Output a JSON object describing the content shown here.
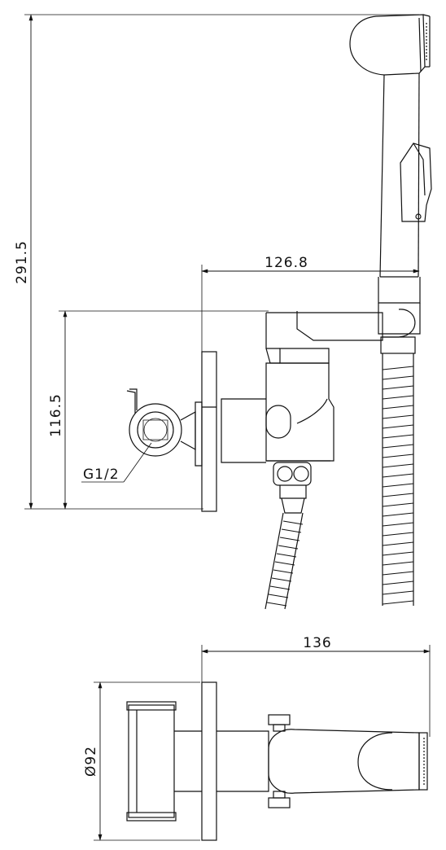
{
  "dimensions": {
    "total_height": "291.5",
    "side_height": "116.5",
    "reach": "126.8",
    "depth": "136",
    "diameter": "Ø92"
  },
  "labels": {
    "thread": "G1/2"
  },
  "colors": {
    "line": "#111111",
    "background": "#ffffff"
  }
}
